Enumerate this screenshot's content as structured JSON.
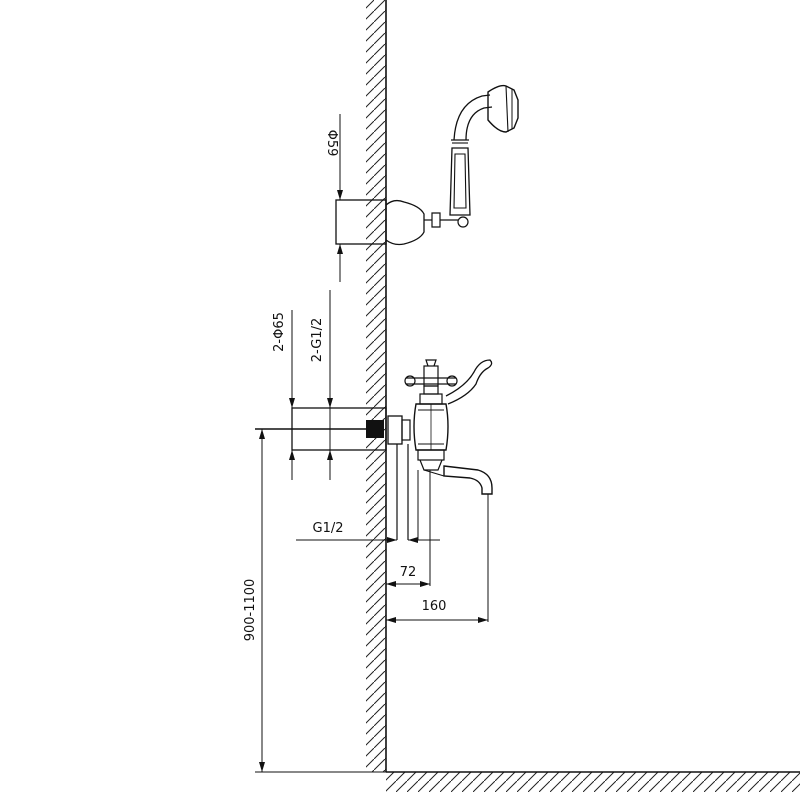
{
  "dimensions": {
    "handshower_holder_diameter": "Φ59",
    "flange_diameter": "2-Φ65",
    "flange_thread": "2-G1/2",
    "inlet_thread": "G1/2",
    "wall_to_body": "72",
    "wall_to_spout": "160",
    "installation_height": "900-1100"
  }
}
